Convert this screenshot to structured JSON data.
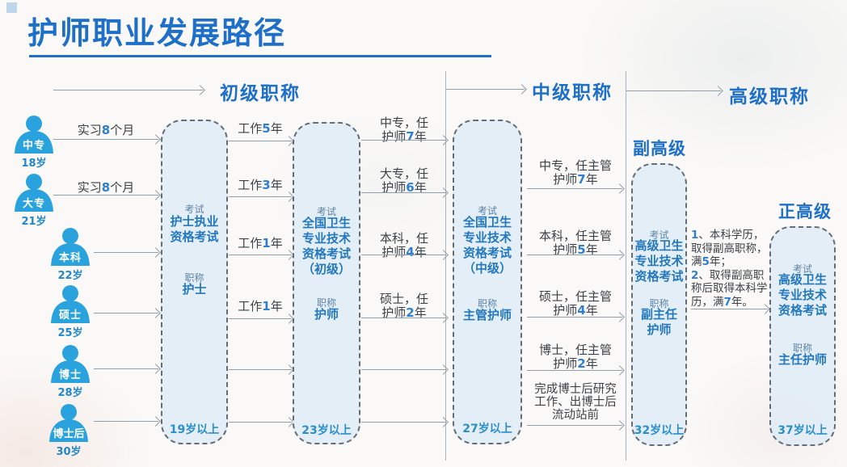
{
  "title": "护师职业发展路径",
  "stages": {
    "junior": "初级职称",
    "middle": "中级职称",
    "senior": "高级职称",
    "deputy_senior": "副高级",
    "full_senior": "正高级"
  },
  "persons": [
    {
      "degree": "中专",
      "age": "18岁"
    },
    {
      "degree": "大专",
      "age": "21岁"
    },
    {
      "degree": "本科",
      "age": "22岁"
    },
    {
      "degree": "硕士",
      "age": "25岁"
    },
    {
      "degree": "博士",
      "age": "28岁"
    },
    {
      "degree": "博士后",
      "age": "30岁"
    }
  ],
  "boxes": [
    {
      "exam_label": "考试",
      "exam": "护士执业\n资格考试",
      "title_label": "职称",
      "title": "护士",
      "age": "19岁以上"
    },
    {
      "exam_label": "考试",
      "exam": "全国卫生\n专业技术\n资格考试\n（初级）",
      "title_label": "职称",
      "title": "护师",
      "age": "23岁以上"
    },
    {
      "exam_label": "考试",
      "exam": "全国卫生\n专业技术\n资格考试\n（中级）",
      "title_label": "职称",
      "title": "主管护师",
      "age": "27岁以上"
    },
    {
      "exam_label": "考试",
      "exam": "高级卫生\n专业技术\n资格考试",
      "title_label": "职称",
      "title": "副主任\n护师",
      "age": "32岁以上"
    },
    {
      "exam_label": "考试",
      "exam": "高级卫生\n专业技术\n资格考试",
      "title_label": "职称",
      "title": "主任护师",
      "age": "37岁以上"
    }
  ],
  "arrows": {
    "practice": [
      "实习8个月",
      "实习8个月"
    ],
    "work": [
      "工作5年",
      "工作3年",
      "工作1年",
      "工作1年"
    ],
    "to_middle": [
      "中专，任\n护师7年",
      "大专，任\n护师6年",
      "本科，任\n护师4年",
      "硕士，任\n护师2年"
    ],
    "to_deputy": [
      "中专，任主管\n护师7年",
      "本科，任主管\n护师5年",
      "硕士，任主管\n护师4年",
      "博士，任主管\n护师2年",
      "完成博士后研究\n工作、出博士后\n流动站前"
    ],
    "deputy_to_full_note": "1、本科学历，\n取得副高职称，\n满5年；\n2、取得副高职\n称后取得本科学\n历，满7年。"
  },
  "colors": {
    "primary_blue": "#1e6fc8",
    "box_name_blue": "#2478be",
    "age_blue": "#2b8fcb",
    "number_blue": "#2e7fd2",
    "person_blue": "#2aa2de",
    "arrow_gray": "#8fa0ab",
    "box_fill": "#e2edf6"
  }
}
